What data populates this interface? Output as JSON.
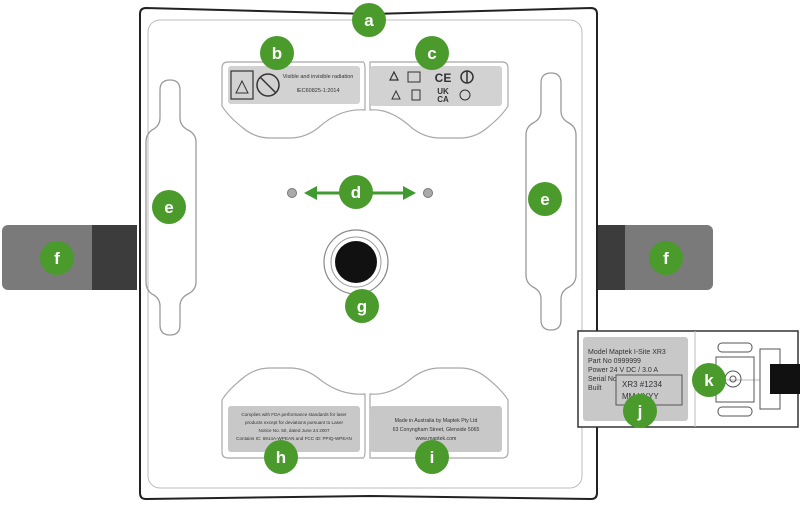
{
  "callouts": [
    "a",
    "b",
    "c",
    "d",
    "e",
    "e",
    "f",
    "f",
    "g",
    "h",
    "i",
    "j",
    "k"
  ],
  "label_b": {
    "laser_text": "Visible and invisible radiation",
    "standard": "IEC60825-1:2014"
  },
  "label_c": {
    "ukca_line1": "UK",
    "ukca_line2": "CA"
  },
  "label_h": {
    "line1": "Complies with FDA performance standards for laser",
    "line2": "products except for deviations pursuant to Laser",
    "line3": "Notice No. 50, dated June 24 2007",
    "line4": "Contains IC: 6914A-WPEAN and FCC ID: PPIQ-WPEAN"
  },
  "label_i": {
    "line1": "Made in Australia by Maptek Pty Ltd",
    "line2": "63 Conyngham Street, Glenside 5065",
    "line3": "www.maptek.com"
  },
  "info_plate": {
    "model": "Model  Maptek I-Site XR3",
    "part": "Part No  0999999",
    "power": "Power    24 V DC / 3.0 A",
    "serial_label": "Serial No",
    "built_label": "Built",
    "serial_value": "XR3 #1234",
    "built_value": "MM YYYY"
  },
  "colors": {
    "callout_green": "#4a9a2c",
    "arrow_green": "#3f9a2f",
    "body_outline": "#222222",
    "label_grey": "#cfcfcf",
    "strap_grey": "#7a7a7a",
    "strap_dark": "#3c3c3c"
  }
}
